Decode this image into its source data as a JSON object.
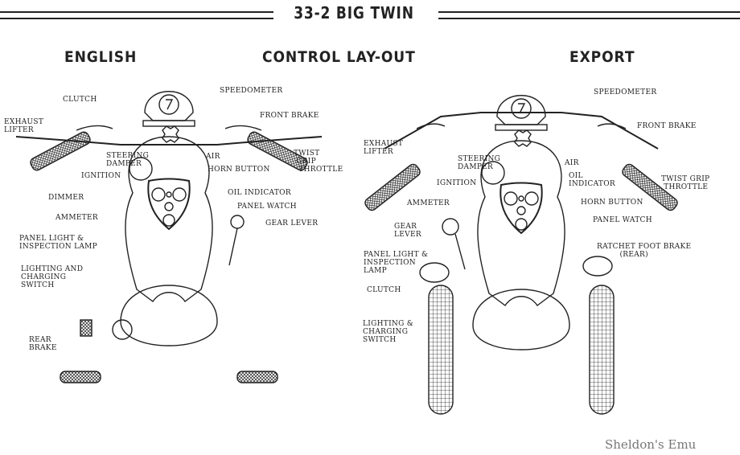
{
  "header": {
    "title": "33-2 BIG TWIN"
  },
  "sections": {
    "english": "ENGLISH",
    "center": "CONTROL LAY-OUT",
    "export": "EXPORT"
  },
  "english_labels": {
    "clutch": "CLUTCH",
    "exhaust_lifter": "EXHAUST\nLIFTER",
    "speedometer": "SPEEDOMETER",
    "front_brake": "FRONT BRAKE",
    "steering_damper": "STEERING\nDAMPER",
    "air": "AIR",
    "horn_button": "HORN BUTTON",
    "twist_grip": "TWIST\n GRIP\n  THROTTLE",
    "ignition": "IGNITION",
    "dimmer": "DIMMER",
    "oil_indicator": "OIL INDICATOR",
    "panel_watch": "PANEL WATCH",
    "ammeter": "AMMETER",
    "gear_lever": "GEAR LEVER",
    "panel_light": "PANEL LIGHT &\nINSPECTION LAMP",
    "lighting_switch": "LIGHTING AND\nCHARGING\nSWITCH",
    "rear_brake": "REAR\nBRAKE"
  },
  "export_labels": {
    "speedometer": "SPEEDOMETER",
    "front_brake": "FRONT BRAKE",
    "exhaust_lifter": "EXHAUST\nLIFTER",
    "steering_damper": "STEERING\nDAMPER",
    "air": "AIR",
    "oil_indicator": "OIL\nINDICATOR",
    "ignition": "IGNITION",
    "twist_grip": "TWIST GRIP\n THROTTLE",
    "horn_button": "HORN BUTTON",
    "ammeter": "AMMETER",
    "panel_watch": "PANEL WATCH",
    "gear_lever": "GEAR\nLEVER",
    "ratchet_brake": "RATCHET FOOT BRAKE\n         (REAR)",
    "panel_light": "PANEL LIGHT &\nINSPECTION\nLAMP",
    "clutch": "CLUTCH",
    "lighting_switch": "LIGHTING &\nCHARGING\nSWITCH"
  },
  "watermark": "Sheldon's Emu"
}
